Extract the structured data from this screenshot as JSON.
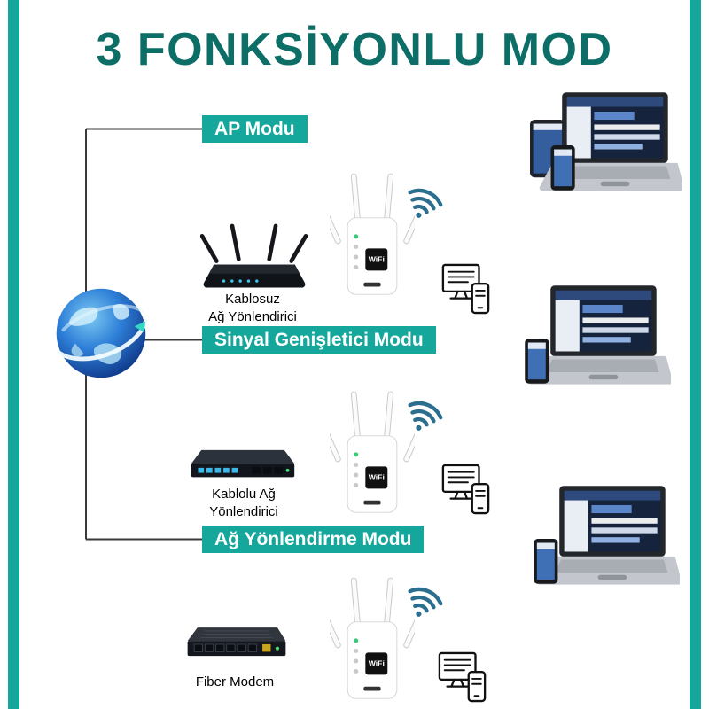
{
  "title": "3 FONKSİYONLU MOD",
  "colors": {
    "accent": "#16A79C",
    "title": "#0C6E66"
  },
  "repeater": {
    "logo": "WiFi"
  },
  "modes": [
    {
      "label": "AP Modu",
      "source_line1": "Kablosuz",
      "source_line2": "Ağ Yönlendirici"
    },
    {
      "label": "Sinyal Genişletici Modu",
      "source_line1": "Kablolu Ağ",
      "source_line2": "Yönlendirici"
    },
    {
      "label": "Ağ Yönlendirme Modu",
      "source_line1": "Fiber Modem",
      "source_line2": ""
    }
  ]
}
